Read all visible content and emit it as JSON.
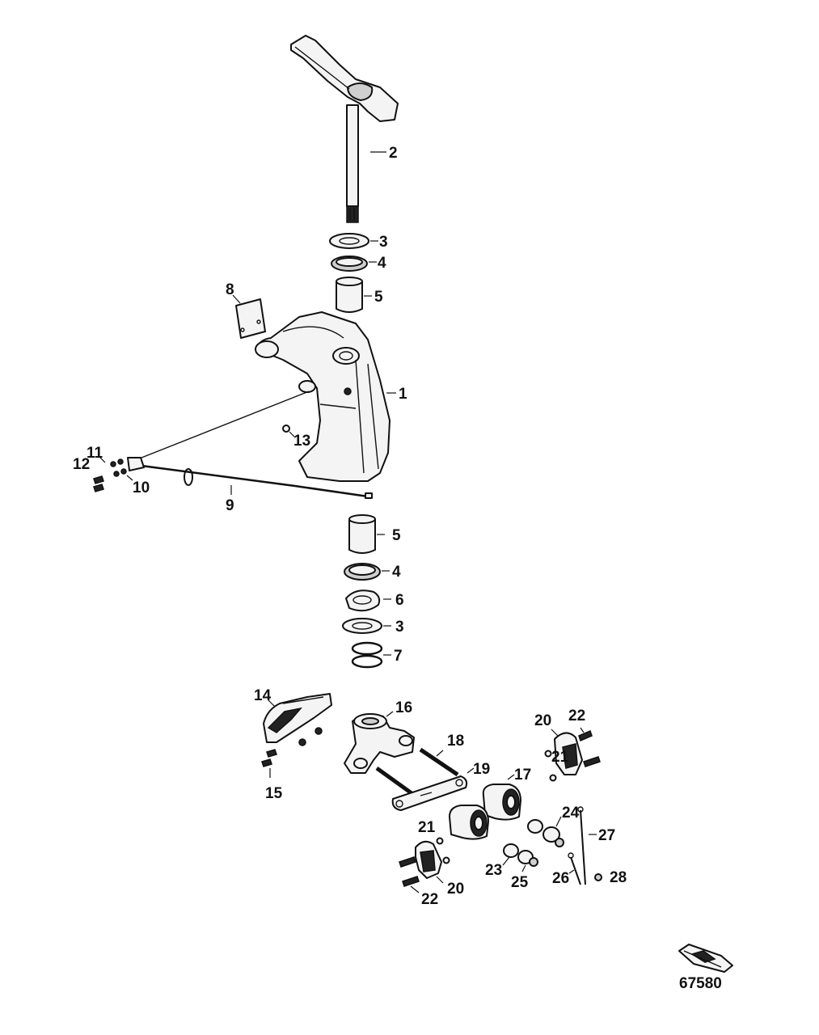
{
  "diagram": {
    "reference_number": "67580",
    "callouts": [
      {
        "id": "c2",
        "label": "2"
      },
      {
        "id": "c3a",
        "label": "3"
      },
      {
        "id": "c4a",
        "label": "4"
      },
      {
        "id": "c5a",
        "label": "5"
      },
      {
        "id": "c8",
        "label": "8"
      },
      {
        "id": "c1",
        "label": "1"
      },
      {
        "id": "c13",
        "label": "13"
      },
      {
        "id": "c11",
        "label": "11"
      },
      {
        "id": "c12",
        "label": "12"
      },
      {
        "id": "c10",
        "label": "10"
      },
      {
        "id": "c9",
        "label": "9"
      },
      {
        "id": "c5b",
        "label": "5"
      },
      {
        "id": "c4b",
        "label": "4"
      },
      {
        "id": "c6",
        "label": "6"
      },
      {
        "id": "c3b",
        "label": "3"
      },
      {
        "id": "c7",
        "label": "7"
      },
      {
        "id": "c14",
        "label": "14"
      },
      {
        "id": "c15",
        "label": "15"
      },
      {
        "id": "c16",
        "label": "16"
      },
      {
        "id": "c18",
        "label": "18"
      },
      {
        "id": "c19",
        "label": "19"
      },
      {
        "id": "c17",
        "label": "17"
      },
      {
        "id": "c20a",
        "label": "20"
      },
      {
        "id": "c22a",
        "label": "22"
      },
      {
        "id": "c21a",
        "label": "21"
      },
      {
        "id": "c24",
        "label": "24"
      },
      {
        "id": "c27",
        "label": "27"
      },
      {
        "id": "c21b",
        "label": "21"
      },
      {
        "id": "c23",
        "label": "23"
      },
      {
        "id": "c25",
        "label": "25"
      },
      {
        "id": "c26",
        "label": "26"
      },
      {
        "id": "c28",
        "label": "28"
      },
      {
        "id": "c20b",
        "label": "20"
      },
      {
        "id": "c22b",
        "label": "22"
      }
    ]
  }
}
